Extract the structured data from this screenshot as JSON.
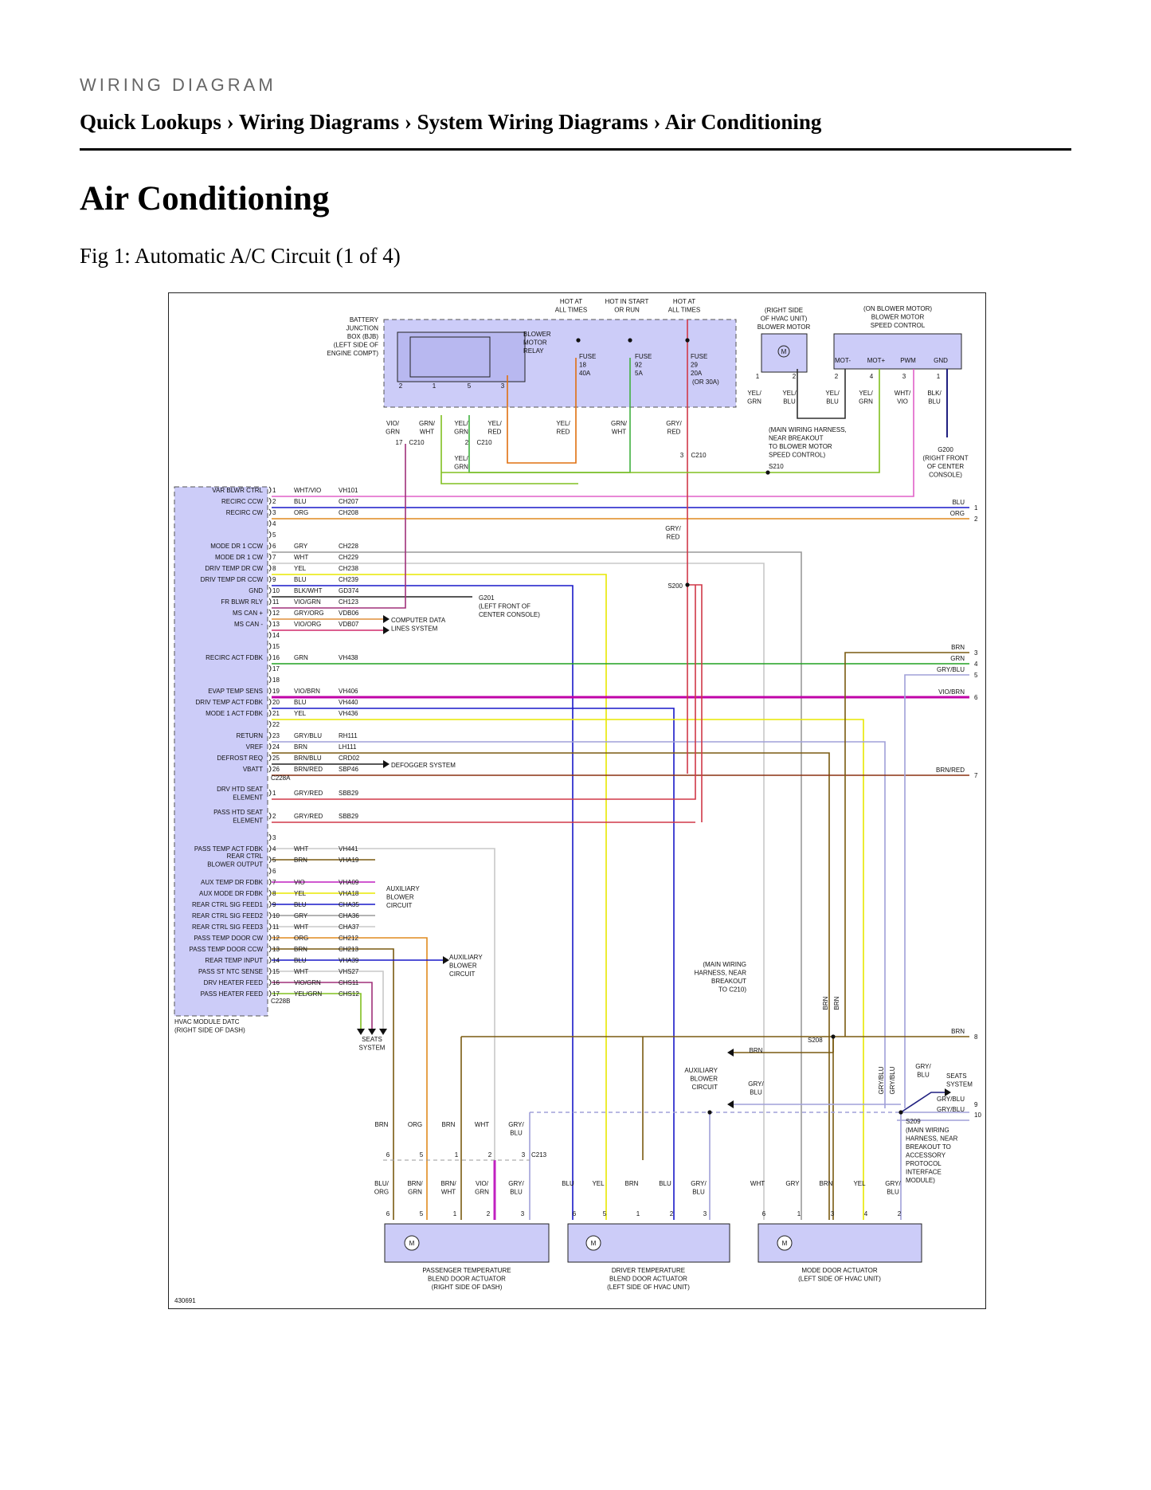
{
  "header": {
    "kicker": "WIRING DIAGRAM",
    "breadcrumb": "Quick Lookups › Wiring Diagrams › System Wiring Diagrams › Air Conditioning"
  },
  "page": {
    "title": "Air Conditioning",
    "figure_caption": "Fig 1: Automatic A/C Circuit (1 of 4)"
  },
  "diagram": {
    "figure_id": "430691",
    "power": {
      "hot_at_all_times": "HOT AT\nALL TIMES",
      "hot_in_start_or_run": "HOT IN START\nOR RUN",
      "hot_at_all_times_2": "HOT AT\nALL TIMES"
    },
    "bjb": {
      "label": "BATTERY\nJUNCTION\nBOX (BJB)\n(LEFT SIDE OF\nENGINE COMPT)",
      "relay": "BLOWER\nMOTOR\nRELAY",
      "relay_pins": [
        "2",
        "1",
        "5",
        "3"
      ],
      "fuses": [
        {
          "label": "FUSE\n18\n40A"
        },
        {
          "label": "FUSE\n92\n5A"
        },
        {
          "label": "FUSE\n29\n20A"
        }
      ],
      "fuse29_alt": "(OR 30A)"
    },
    "blower_motor": {
      "label": "(RIGHT SIDE\nOF HVAC UNIT)\nBLOWER MOTOR",
      "pins": [
        "1",
        "2"
      ]
    },
    "speed_control": {
      "label": "(ON BLOWER MOTOR)\nBLOWER MOTOR\nSPEED CONTROL",
      "terminals": [
        "MOT-",
        "MOT+",
        "PWM",
        "GND"
      ],
      "pins": [
        "2",
        "4",
        "3",
        "1"
      ]
    },
    "top_wire_colors": [
      "VIO/\nGRN",
      "GRN/\nWHT",
      "YEL/\nGRN",
      "YEL/\nRED",
      "YEL/\nRED",
      "GRN/\nWHT",
      "GRY/\nRED"
    ],
    "motor_wire_colors": [
      "YEL/\nGRN",
      "YEL/\nBLU",
      "YEL/\nBLU",
      "YEL/\nGRN",
      "WHT/\nVIO",
      "BLK/\nBLU"
    ],
    "connector_labels": {
      "c210_17": "17",
      "c210_2": "2",
      "c210_3": "3",
      "c210": "C210",
      "yelgrn": "YEL/\nGRN",
      "gryred": "GRY/\nRED",
      "s200": "S200",
      "s208": "S208",
      "s209": "S209",
      "s210": "S210",
      "c213": "C213",
      "c228a": "C228A",
      "c228b": "C228B"
    },
    "harness_note_s210": "(MAIN WIRING HARNESS,\nNEAR BREAKOUT\nTO BLOWER MOTOR\nSPEED CONTROL)",
    "g200": "G200\n(RIGHT FRONT\nOF CENTER\nCONSOLE)",
    "g201": "G201\n(LEFT FRONT OF\nCENTER CONSOLE)",
    "computer_data": "COMPUTER DATA\nLINES SYSTEM",
    "defogger": "DEFOGGER SYSTEM",
    "aux_blower_1": "AUXILIARY\nBLOWER\nCIRCUIT",
    "aux_blower_2": "AUXILIARY\nBLOWER\nCIRCUIT",
    "aux_blower_3": "AUXILIARY\nBLOWER\nCIRCUIT",
    "seats_1": "SEATS\nSYSTEM",
    "seats_2": "SEATS\nSYSTEM",
    "harness_note_s208": "(MAIN WIRING\nHARNESS, NEAR\nBREAKOUT\nTO C210)",
    "harness_note_s209": "(MAIN WIRING\nHARNESS, NEAR\nBREAKOUT TO\nACCESSORY\nPROTOCOL\nINTERFACE\nMODULE)",
    "module": {
      "label": "HVAC MODULE DATC\n(RIGHT SIDE OF DASH)",
      "c228a_pins": [
        {
          "pin": "1",
          "name": "VAR BLWR CTRL",
          "color": "WHT/VIO",
          "circuit": "VH101"
        },
        {
          "pin": "2",
          "name": "RECIRC CCW",
          "color": "BLU",
          "circuit": "CH207"
        },
        {
          "pin": "3",
          "name": "RECIRC CW",
          "color": "ORG",
          "circuit": "CH208"
        },
        {
          "pin": "4",
          "name": "",
          "color": "",
          "circuit": ""
        },
        {
          "pin": "5",
          "name": "",
          "color": "",
          "circuit": ""
        },
        {
          "pin": "6",
          "name": "MODE DR 1 CCW",
          "color": "GRY",
          "circuit": "CH228"
        },
        {
          "pin": "7",
          "name": "MODE DR 1 CW",
          "color": "WHT",
          "circuit": "CH229"
        },
        {
          "pin": "8",
          "name": "DRIV TEMP DR CW",
          "color": "YEL",
          "circuit": "CH238"
        },
        {
          "pin": "9",
          "name": "DRIV TEMP DR CCW",
          "color": "BLU",
          "circuit": "CH239"
        },
        {
          "pin": "10",
          "name": "GND",
          "color": "BLK/WHT",
          "circuit": "GD374"
        },
        {
          "pin": "11",
          "name": "FR BLWR RLY",
          "color": "VIO/GRN",
          "circuit": "CH123"
        },
        {
          "pin": "12",
          "name": "MS CAN +",
          "color": "GRY/ORG",
          "circuit": "VDB06"
        },
        {
          "pin": "13",
          "name": "MS CAN -",
          "color": "VIO/ORG",
          "circuit": "VDB07"
        },
        {
          "pin": "14",
          "name": "",
          "color": "",
          "circuit": ""
        },
        {
          "pin": "15",
          "name": "",
          "color": "",
          "circuit": ""
        },
        {
          "pin": "16",
          "name": "RECIRC ACT FDBK",
          "color": "GRN",
          "circuit": "VH438"
        },
        {
          "pin": "17",
          "name": "",
          "color": "",
          "circuit": ""
        },
        {
          "pin": "18",
          "name": "",
          "color": "",
          "circuit": ""
        },
        {
          "pin": "19",
          "name": "EVAP TEMP SENS",
          "color": "VIO/BRN",
          "circuit": "VH406"
        },
        {
          "pin": "20",
          "name": "DRIV TEMP ACT FDBK",
          "color": "BLU",
          "circuit": "VH440"
        },
        {
          "pin": "21",
          "name": "MODE 1 ACT FDBK",
          "color": "YEL",
          "circuit": "VH436"
        },
        {
          "pin": "22",
          "name": "",
          "color": "",
          "circuit": ""
        },
        {
          "pin": "23",
          "name": "RETURN",
          "color": "GRY/BLU",
          "circuit": "RH111"
        },
        {
          "pin": "24",
          "name": "VREF",
          "color": "BRN",
          "circuit": "LH111"
        },
        {
          "pin": "25",
          "name": "DEFROST REQ",
          "color": "BRN/BLU",
          "circuit": "CRD02"
        },
        {
          "pin": "26",
          "name": "VBATT",
          "color": "BRN/RED",
          "circuit": "SBP46"
        }
      ],
      "c228b_pins": [
        {
          "pin": "1",
          "name": "DRV HTD SEAT\nELEMENT",
          "color": "GRY/RED",
          "circuit": "SBB29"
        },
        {
          "pin": "2",
          "name": "PASS HTD SEAT\nELEMENT",
          "color": "GRY/RED",
          "circuit": "SBB29"
        },
        {
          "pin": "3",
          "name": "",
          "color": "",
          "circuit": ""
        },
        {
          "pin": "4",
          "name": "PASS TEMP ACT FDBK",
          "color": "WHT",
          "circuit": "VH441"
        },
        {
          "pin": "5",
          "name": "REAR CTRL\nBLOWER OUTPUT",
          "color": "BRN",
          "circuit": "VHA19"
        },
        {
          "pin": "6",
          "name": "",
          "color": "",
          "circuit": ""
        },
        {
          "pin": "7",
          "name": "AUX TEMP DR FDBK",
          "color": "VIO",
          "circuit": "VHA09"
        },
        {
          "pin": "8",
          "name": "AUX MODE DR FDBK",
          "color": "YEL",
          "circuit": "VHA18"
        },
        {
          "pin": "9",
          "name": "REAR CTRL SIG FEED1",
          "color": "BLU",
          "circuit": "CHA35"
        },
        {
          "pin": "10",
          "name": "REAR CTRL SIG FEED2",
          "color": "GRY",
          "circuit": "CHA36"
        },
        {
          "pin": "11",
          "name": "REAR CTRL SIG FEED3",
          "color": "WHT",
          "circuit": "CHA37"
        },
        {
          "pin": "12",
          "name": "PASS TEMP DOOR CW",
          "color": "ORG",
          "circuit": "CH212"
        },
        {
          "pin": "13",
          "name": "PASS TEMP DOOR CCW",
          "color": "BRN",
          "circuit": "CH213"
        },
        {
          "pin": "14",
          "name": "REAR TEMP INPUT",
          "color": "BLU",
          "circuit": "VHA39"
        },
        {
          "pin": "15",
          "name": "PASS ST NTC SENSE",
          "color": "WHT",
          "circuit": "VHS27"
        },
        {
          "pin": "16",
          "name": "DRV HEATER FEED",
          "color": "VIO/GRN",
          "circuit": "CHS11"
        },
        {
          "pin": "17",
          "name": "PASS HEATER FEED",
          "color": "YEL/GRN",
          "circuit": "CHS12"
        }
      ]
    },
    "right_edge": [
      {
        "label": "BLU",
        "num": "1"
      },
      {
        "label": "ORG",
        "num": "2"
      },
      {
        "label": "BRN",
        "num": "3"
      },
      {
        "label": "GRN",
        "num": "4"
      },
      {
        "label": "GRY/BLU",
        "num": "5"
      },
      {
        "label": "VIO/BRN",
        "num": "6"
      },
      {
        "label": "BRN/RED",
        "num": "7"
      },
      {
        "label": "BRN",
        "num": "8"
      },
      {
        "label": "GRY/BLU",
        "num": "9"
      },
      {
        "label": "GRY/BLU",
        "num": "10"
      }
    ],
    "mid_labels": {
      "brn_aux": "BRN",
      "grybly_aux": "GRY/\nBLU",
      "grybly_seats": "GRY/\nBLU",
      "vert_brn": "BRN",
      "vert_grybly": "GRY/BLU"
    },
    "c213_colors": [
      "BRN",
      "ORG",
      "BRN",
      "WHT",
      "GRY/\nBLU"
    ],
    "c213_pins": [
      "6",
      "5",
      "1",
      "2",
      "3"
    ],
    "actuators": [
      {
        "label": "PASSENGER TEMPERATURE\nBLEND DOOR ACTUATOR\n(RIGHT SIDE OF DASH)",
        "wires": [
          "BLU/\nORG",
          "BRN/\nGRN",
          "BRN/\nWHT",
          "VIO/\nGRN",
          "GRY/\nBLU"
        ],
        "pins": [
          "6",
          "5",
          "1",
          "2",
          "3"
        ]
      },
      {
        "label": "DRIVER TEMPERATURE\nBLEND DOOR ACTUATOR\n(LEFT SIDE OF HVAC UNIT)",
        "wires": [
          "BLU",
          "YEL",
          "BRN",
          "BLU",
          "GRY/\nBLU"
        ],
        "pins": [
          "6",
          "5",
          "1",
          "2",
          "3"
        ]
      },
      {
        "label": "MODE DOOR ACTUATOR\n(LEFT SIDE OF HVAC UNIT)",
        "wires": [
          "WHT",
          "GRY",
          "BRN",
          "YEL",
          "GRY/\nBLU"
        ],
        "pins": [
          "6",
          "1",
          "3",
          "4",
          "2"
        ]
      }
    ],
    "wire_colors": {
      "WHT/VIO": "#e060c8",
      "BLU": "#1818c8",
      "ORG": "#e08a1e",
      "GRY": "#9a9a9a",
      "WHT": "#c8c8c8",
      "YEL": "#e8e800",
      "BLK/WHT": "#202020",
      "VIO/GRN": "#a0307a",
      "GRY/ORG": "#e0903c",
      "VIO/ORG": "#d02a6a",
      "GRN": "#20a020",
      "VIO/BRN": "#c000a8",
      "GRY/BLU": "#a0a0d8",
      "BRN": "#7a5a10",
      "BRN/BLU": "#202020",
      "BRN/RED": "#8a3010",
      "GRY/RED": "#d03848",
      "VIO": "#c020c0",
      "YEL/GRN": "#80c020",
      "YEL/RED": "#e07010",
      "GRN/WHT": "#40b040",
      "YEL/BLU": "#303030",
      "box_fill": "#ccccf8"
    }
  }
}
